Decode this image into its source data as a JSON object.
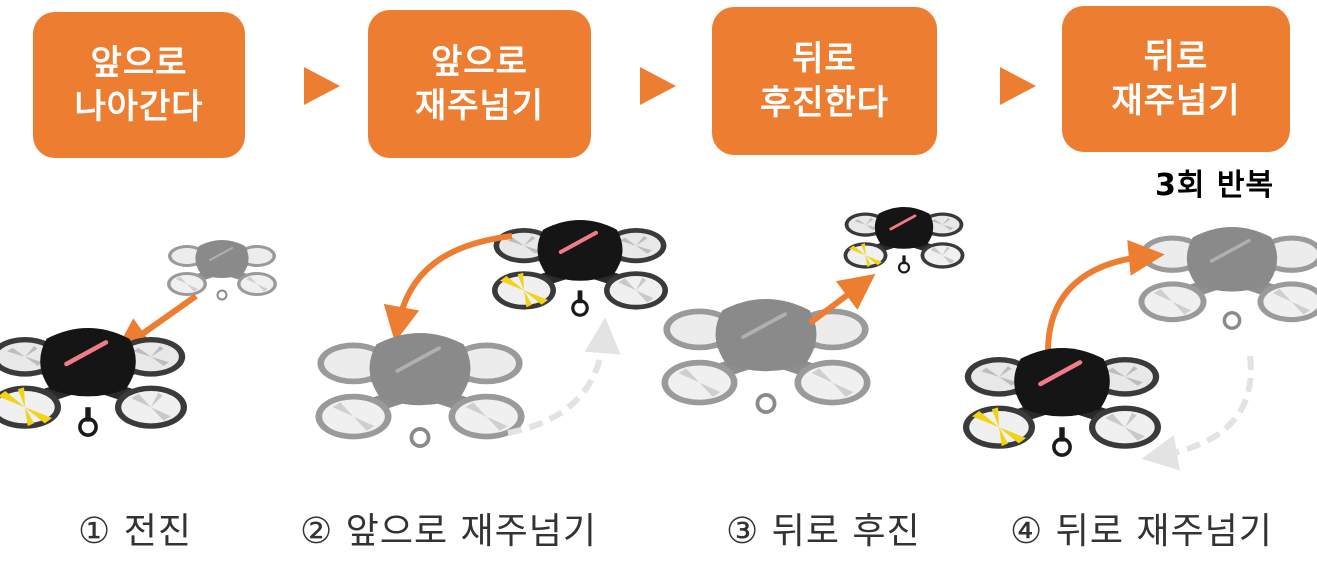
{
  "steps": [
    {
      "line1": "앞으로",
      "line2": "나아간다"
    },
    {
      "line1": "앞으로",
      "line2": "재주넘기"
    },
    {
      "line1": "뒤로",
      "line2": "후진한다"
    },
    {
      "line1": "뒤로",
      "line2": "재주넘기"
    }
  ],
  "repeat_label": "3회 반복",
  "captions": [
    "① 전진",
    "② 앞으로 재주넘기",
    "③ 뒤로 후진",
    "④ 뒤로 재주넘기"
  ],
  "colors": {
    "accent": "#ED7D31",
    "drone_body": "#1a1a1a",
    "drone_yellow": "#F2D319",
    "ghost": "#8c8c8c"
  }
}
